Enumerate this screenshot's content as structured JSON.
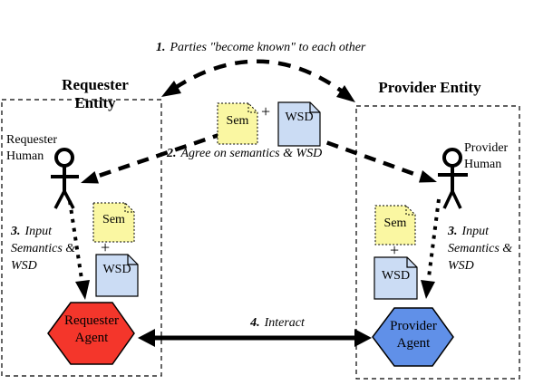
{
  "requester": {
    "title": "Requester Entity",
    "human": "Requester Human",
    "agent": "Requester Agent"
  },
  "provider": {
    "title": "Provider Entity",
    "human": "Provider Human",
    "agent": "Provider Agent"
  },
  "steps": {
    "s1_num": "1.",
    "s1_text": "Parties \"become known\" to each other",
    "s2_num": "2.",
    "s2_text": "Agree on semantics & WSD",
    "s3_num": "3.",
    "s3_text": "Input Semantics & WSD",
    "s4_num": "4.",
    "s4_text": "Interact"
  },
  "notes": {
    "sem": "Sem",
    "wsd": "WSD",
    "plus": "+"
  },
  "colors": {
    "sem_fill": "#FAF7A2",
    "wsd_fill": "#CBDCF4",
    "requester_agent_fill": "#F4362B",
    "provider_agent_fill": "#6090E8",
    "line": "#000000"
  }
}
